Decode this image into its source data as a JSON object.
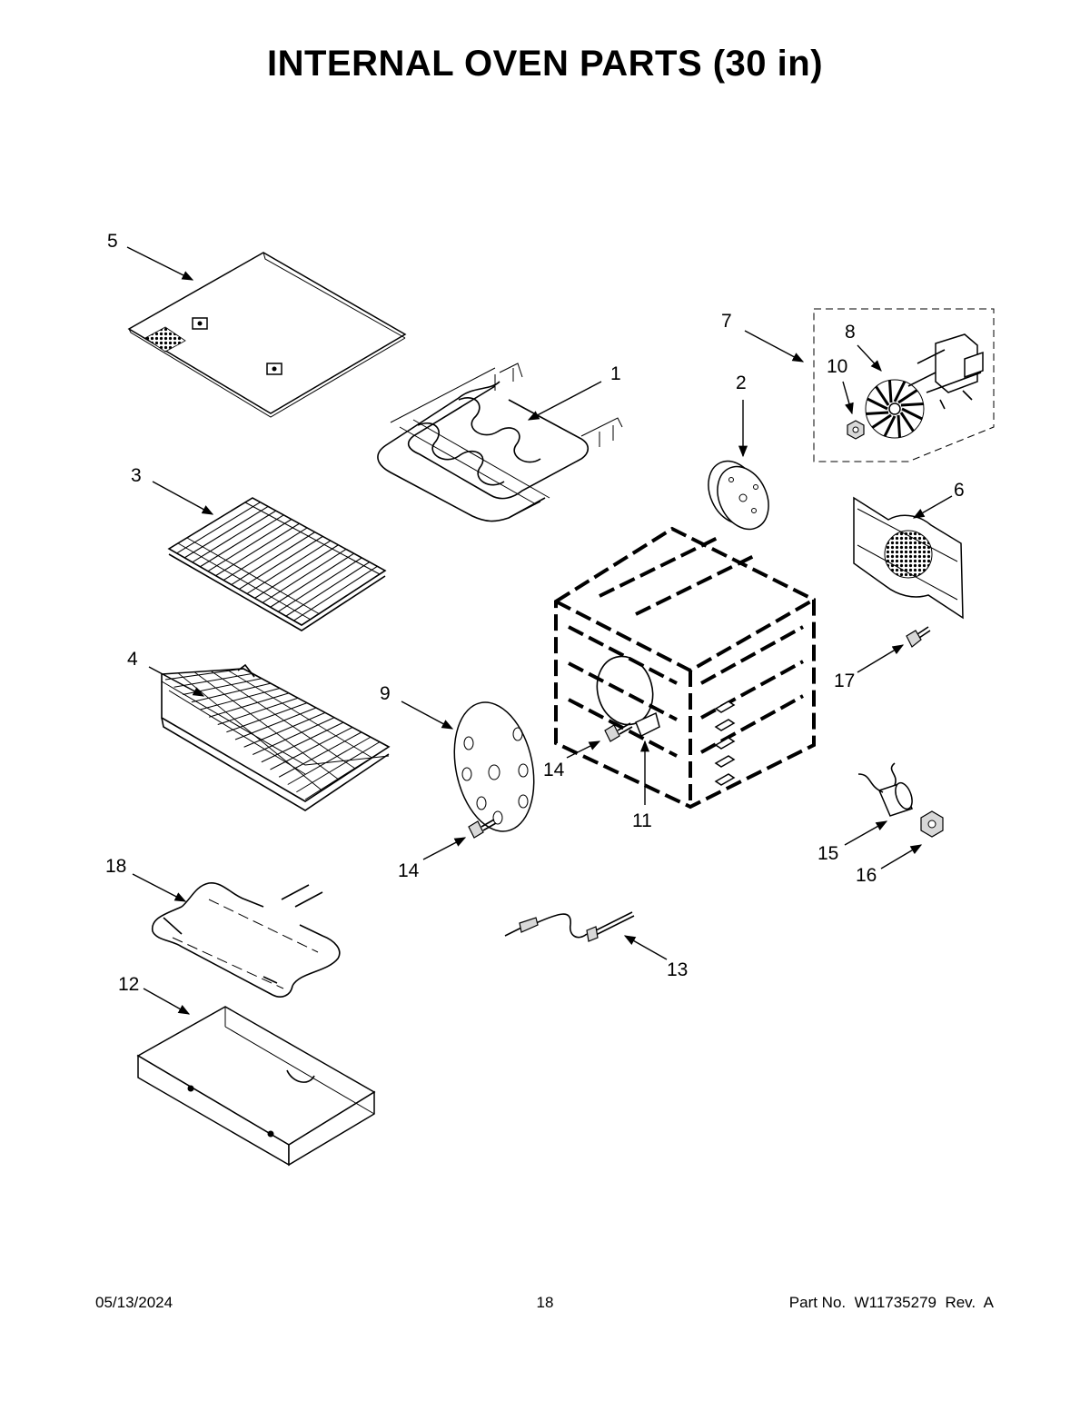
{
  "title": "INTERNAL OVEN PARTS (30 in)",
  "callouts": [
    {
      "id": "c5",
      "label": "5"
    },
    {
      "id": "c1",
      "label": "1"
    },
    {
      "id": "c3",
      "label": "3"
    },
    {
      "id": "c4",
      "label": "4"
    },
    {
      "id": "c7",
      "label": "7"
    },
    {
      "id": "c8",
      "label": "8"
    },
    {
      "id": "c10",
      "label": "10"
    },
    {
      "id": "c2",
      "label": "2"
    },
    {
      "id": "c6",
      "label": "6"
    },
    {
      "id": "c17",
      "label": "17"
    },
    {
      "id": "c9",
      "label": "9"
    },
    {
      "id": "c14a",
      "label": "14"
    },
    {
      "id": "c11",
      "label": "11"
    },
    {
      "id": "c14b",
      "label": "14"
    },
    {
      "id": "c15",
      "label": "15"
    },
    {
      "id": "c16",
      "label": "16"
    },
    {
      "id": "c18",
      "label": "18"
    },
    {
      "id": "c13",
      "label": "13"
    },
    {
      "id": "c12",
      "label": "12"
    }
  ],
  "footer": {
    "date": "05/13/2024",
    "page": "18",
    "part": "Part No.  W11735279  Rev.  A"
  }
}
